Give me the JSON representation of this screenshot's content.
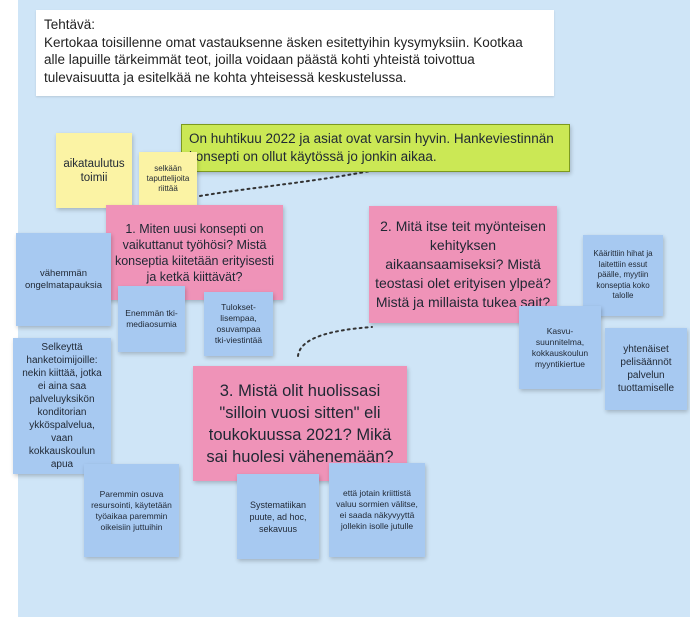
{
  "task": {
    "title": "Tehtävä:",
    "body": "Kertokaa toisillenne omat vastauksenne äsken esitettyihin kysymyksiin. Kootkaa alle lapuille tärkeimmät teot, joilla voidaan päästä kohti yhteistä toivottua tulevaisuutta ja esitelkää ne kohta yhteisessä keskustelussa."
  },
  "context_note": "On huhtikuu 2022 ja asiat ovat varsin hyvin. Hankeviestinnän konsepti on ollut käytössä jo jonkin aikaa.",
  "questions": {
    "q1": "1. Miten uusi konsepti on vaikuttanut työhösi? Mistä konseptia kiitetään erityisesti ja ketkä kiittävät?",
    "q2": "2. Mitä itse teit myönteisen kehityksen aikaansaamiseksi? Mistä teostasi olet erityisen ylpeä? Mistä ja millaista tukea sait?",
    "q3": "3. Mistä olit huolissasi \"silloin vuosi sitten\" eli toukokuussa 2021? Mikä sai huolesi vähenemään?"
  },
  "yellow_notes": {
    "aikataulutus": "aikataulutus toimii",
    "selkaan": "selkään taputtelijoita riittää"
  },
  "blue_notes": {
    "vahemman": "vähemmän ongelmatapauksia",
    "enemman": "Enemmän tki-mediaosumia",
    "tulokset": "Tulokset-lisempaa, osuvampaa tki-viestintää",
    "selkeytta": "Selkeyttä hanketoimijoille: nekin kiittää, jotka ei aina saa palveluyksikön konditorian ykköspalvelua, vaan kokkauskoulun apua",
    "paremmin": "Paremmin osuva resursointi, käytetään työaikaa paremmin oikeisiin juttuihin",
    "systematiikan": "Systematiikan puute, ad hoc, sekavuus",
    "kriittista": "että jotain kriittistä valuu sormien välitse, ei saada näkyvyyttä jollekin isolle jutulle",
    "kaarittiin": "Käärittiin hihat ja laitettiin essut päälle, myytiin konseptia koko talolle",
    "kasvu": "Kasvu-suunnitelma, kokkauskoulun myyntikiertue",
    "yhtenaiset": "yhtenäiset pelisäännöt palvelun tuottamiselle"
  },
  "colors": {
    "board": "#cfe5f7",
    "yellow": "#fbf3a4",
    "lime": "#cbe855",
    "pink": "#ef93b8",
    "blue": "#a7c9f1"
  }
}
